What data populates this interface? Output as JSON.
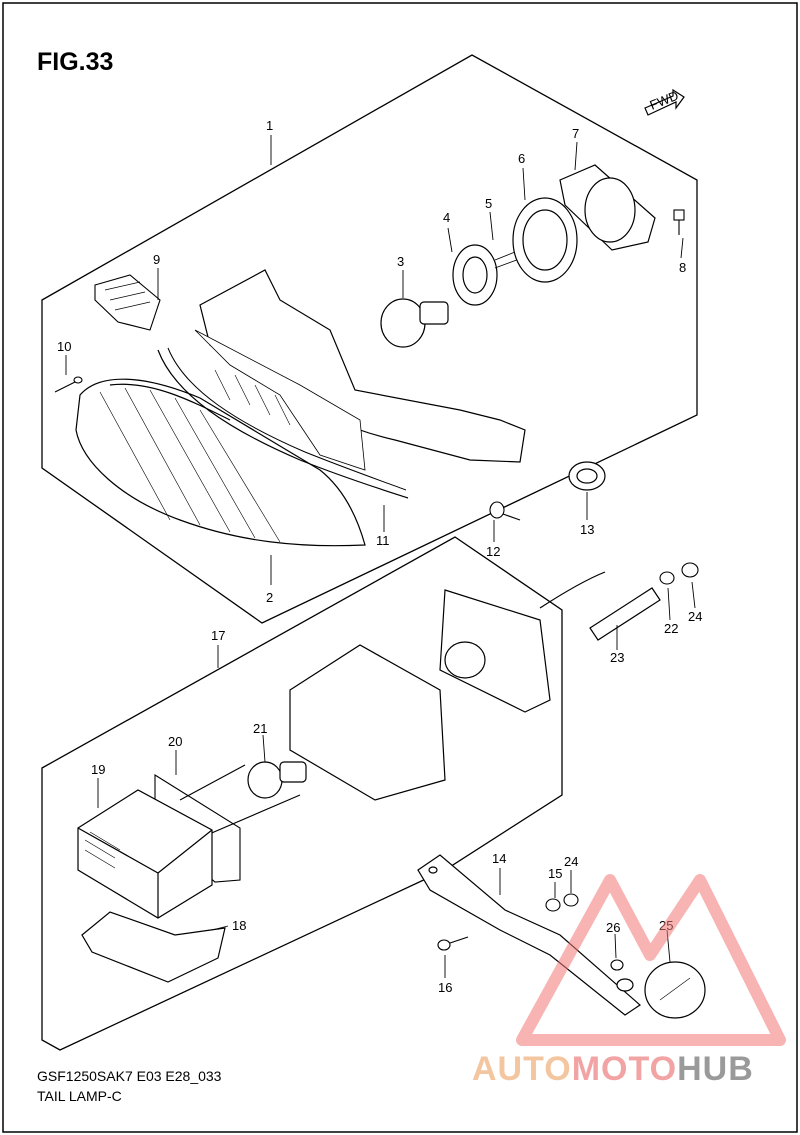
{
  "figure": {
    "title": "FIG.33",
    "code": "GSF1250SAK7 E03 E28_033",
    "subtitle": "TAIL LAMP-C",
    "fwd_label": "FWD"
  },
  "callouts": [
    {
      "id": "c1",
      "label": "1"
    },
    {
      "id": "c2",
      "label": "2"
    },
    {
      "id": "c3",
      "label": "3"
    },
    {
      "id": "c4",
      "label": "4"
    },
    {
      "id": "c5",
      "label": "5"
    },
    {
      "id": "c6",
      "label": "6"
    },
    {
      "id": "c7",
      "label": "7"
    },
    {
      "id": "c8",
      "label": "8"
    },
    {
      "id": "c9",
      "label": "9"
    },
    {
      "id": "c10",
      "label": "10"
    },
    {
      "id": "c11",
      "label": "11"
    },
    {
      "id": "c12",
      "label": "12"
    },
    {
      "id": "c13",
      "label": "13"
    },
    {
      "id": "c14",
      "label": "14"
    },
    {
      "id": "c15",
      "label": "15"
    },
    {
      "id": "c16",
      "label": "16"
    },
    {
      "id": "c17",
      "label": "17"
    },
    {
      "id": "c18",
      "label": "18"
    },
    {
      "id": "c19",
      "label": "19"
    },
    {
      "id": "c20",
      "label": "20"
    },
    {
      "id": "c21",
      "label": "21"
    },
    {
      "id": "c22",
      "label": "22"
    },
    {
      "id": "c23",
      "label": "23"
    },
    {
      "id": "c24a",
      "label": "24"
    },
    {
      "id": "c24b",
      "label": "24"
    },
    {
      "id": "c25",
      "label": "25"
    },
    {
      "id": "c26",
      "label": "26"
    }
  ],
  "watermark": {
    "part1": "AUTO",
    "part2": "MOTO",
    "part3": "HUB",
    "color_orange": "#f4c6a0",
    "color_red": "#f2a3a3",
    "color_gray": "#9a9a9a"
  }
}
